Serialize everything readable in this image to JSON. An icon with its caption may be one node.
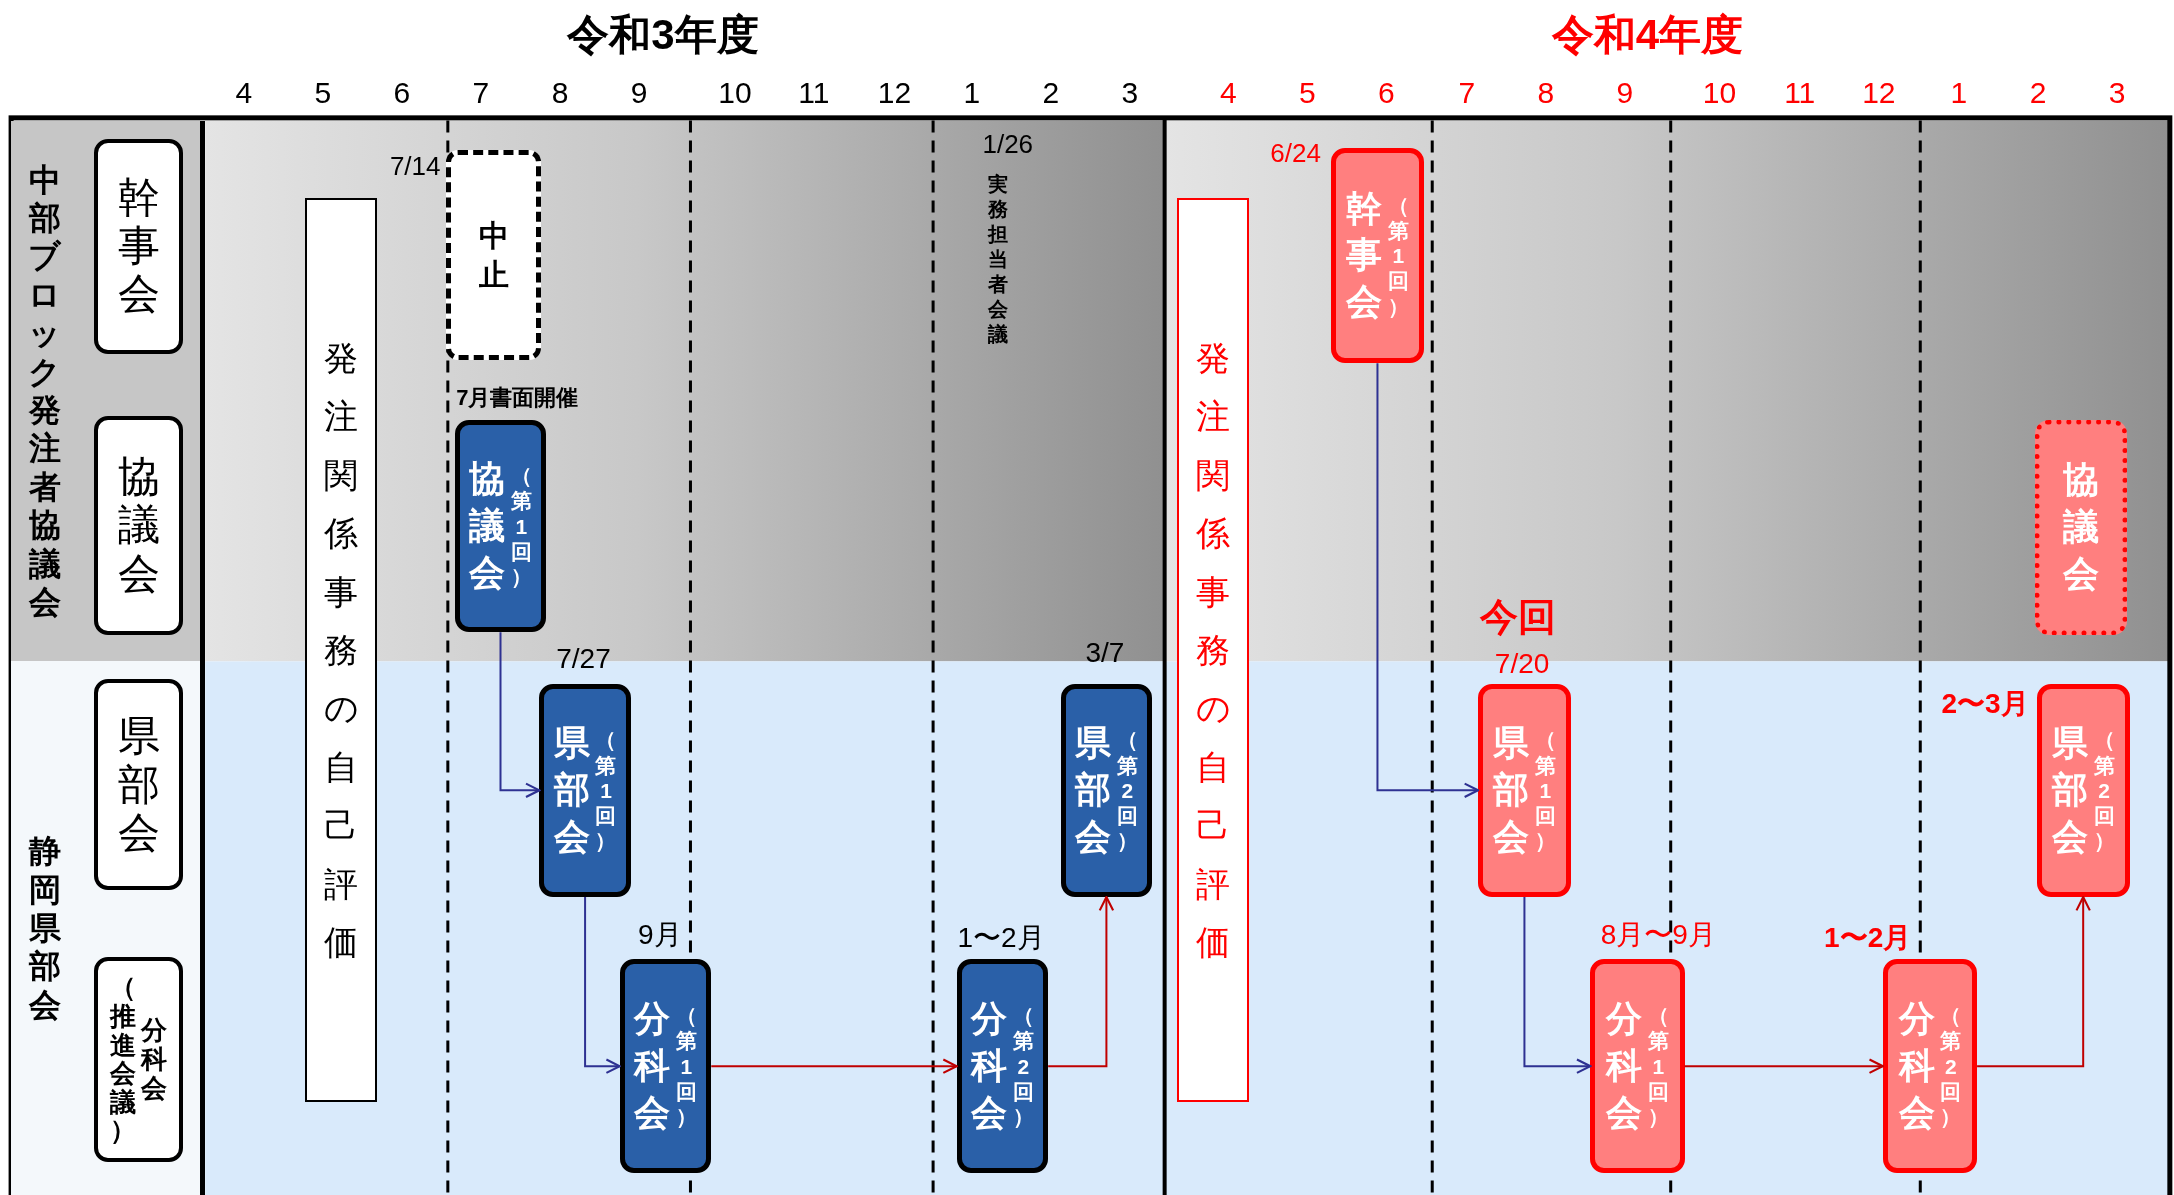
{
  "diagram": {
    "nodes": [
      {
        "text": [
          "中部ブロック発注者協議会"
        ]
      },
      {
        "text": [
          "幹事会"
        ],
        "in": 0
      },
      {
        "text": [
          "協議会"
        ],
        "in": 0
      },
      {
        "text": [
          "静岡県部会"
        ]
      },
      {
        "text": [
          "県部会"
        ],
        "in": 3
      },
      {
        "text": [
          "（推進会議）",
          "分科会"
        ],
        "in": 3
      },
      {
        "text": [
          "発注関係事務の自己評価"
        ]
      },
      {
        "text": [
          "中止"
        ],
        "beside": [
          "7/14"
        ]
      },
      {
        "text": [
          "協議会",
          "（第1回）"
        ],
        "beside": [
          "7月書面開催"
        ]
      },
      {
        "text": [
          "県部会",
          "（第1回）"
        ],
        "beside": [
          "7/27"
        ]
      },
      {
        "text": [
          "分科会",
          "（第1回）"
        ],
        "beside": [
          "9月"
        ]
      },
      {
        "text": [
          "分科会",
          "（第2回）"
        ],
        "beside": [
          "1〜2月"
        ]
      },
      {
        "text": [
          "県部会",
          "（第2回）"
        ],
        "beside": [
          "3/7"
        ]
      },
      {
        "text": [
          "発注関係事務の自己評価"
        ]
      },
      {
        "text": [
          "幹事会",
          "（第1回）"
        ],
        "beside": [
          "6/24"
        ]
      },
      {
        "text": [
          "協議会"
        ]
      },
      {
        "text": [
          "県部会",
          "（第1回）"
        ],
        "beside": [
          "今回",
          "7/20"
        ]
      },
      {
        "text": [
          "分科会",
          "（第1回）"
        ],
        "beside": [
          "8月〜9月"
        ]
      },
      {
        "text": [
          "分科会",
          "（第2回）"
        ],
        "beside": [
          "1〜2月"
        ]
      },
      {
        "text": [
          "県部会",
          "（第2回）"
        ],
        "beside": [
          "2〜3月"
        ]
      }
    ],
    "edges": [
      {
        "from": 8,
        "to": 9,
        "arrow": "to",
        "color": "#2e3192"
      },
      {
        "from": 9,
        "to": 10,
        "arrow": "to",
        "color": "#2e3192"
      },
      {
        "from": 10,
        "to": 11,
        "arrow": "to",
        "color": "#c00000"
      },
      {
        "from": 11,
        "to": 12,
        "arrow": "to",
        "color": "#c00000"
      },
      {
        "from": 14,
        "to": 16,
        "arrow": "to",
        "color": "#2e3192"
      },
      {
        "from": 16,
        "to": 17,
        "arrow": "to",
        "color": "#2e3192"
      },
      {
        "from": 17,
        "to": 18,
        "arrow": "to",
        "color": "#c00000"
      },
      {
        "from": 18,
        "to": 19,
        "arrow": "to",
        "color": "#c00000"
      }
    ],
    "labels": [
      "令和3年度",
      "令和4年度",
      "4",
      "5",
      "6",
      "7",
      "8",
      "9",
      "10",
      "11",
      "12",
      "1",
      "2",
      "3",
      "4",
      "5",
      "6",
      "7",
      "8",
      "9",
      "10",
      "11",
      "12",
      "1",
      "2",
      "3",
      "1/26",
      "実務担当者会議"
    ]
  }
}
